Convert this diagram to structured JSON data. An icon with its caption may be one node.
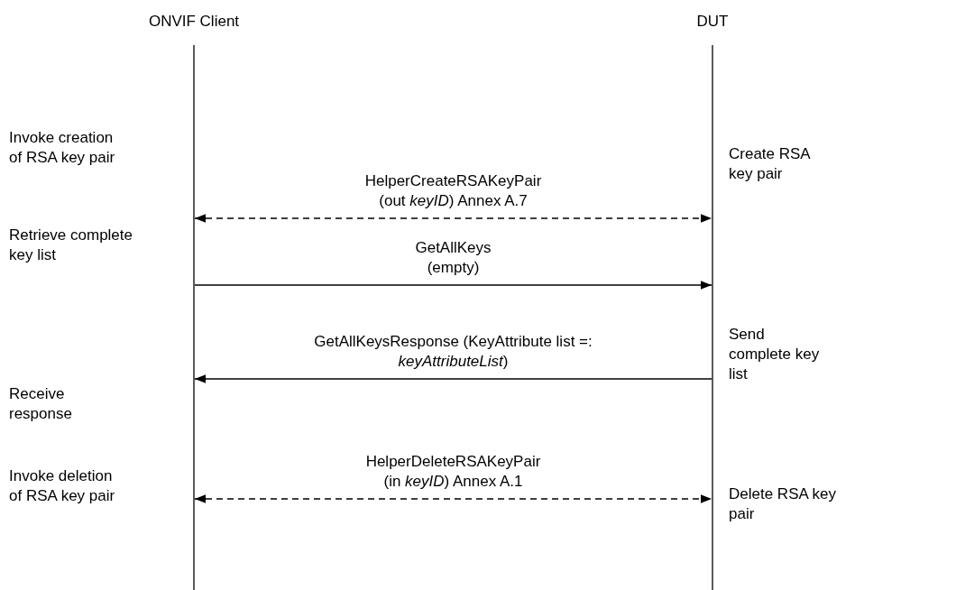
{
  "diagram": {
    "nodes": [
      {
        "text": [
          "ONVIF Client"
        ]
      },
      {
        "text": [
          "DUT"
        ]
      }
    ],
    "edges": [
      {
        "from": 0,
        "to": 1,
        "arrow": "both",
        "style": "dashed",
        "label": "HelperCreateRSAKeyPair (out *keyID*) Annex A.7"
      },
      {
        "from": 0,
        "to": 1,
        "arrow": "to",
        "label": "GetAllKeys (empty)"
      },
      {
        "from": 1,
        "to": 0,
        "arrow": "to",
        "label": "GetAllKeysResponse (KeyAttribute list =: *keyAttributeList*)"
      },
      {
        "from": 0,
        "to": 1,
        "arrow": "both",
        "style": "dashed",
        "label": "HelperDeleteRSAKeyPair (in *keyID*) Annex A.1"
      }
    ],
    "labels": [
      "Invoke creation of RSA key pair",
      "Create RSA key pair",
      "Retrieve complete key list",
      "Send complete key list",
      "Receive response",
      "Invoke deletion of RSA key pair",
      "Delete RSA key pair"
    ]
  }
}
